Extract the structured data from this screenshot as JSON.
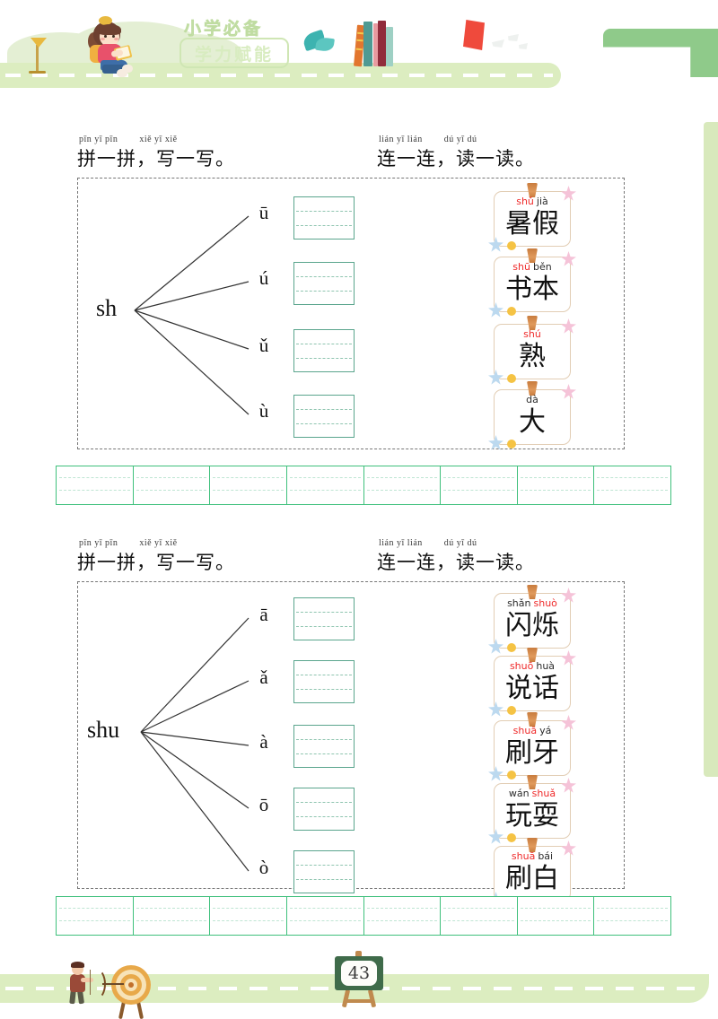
{
  "header": {
    "title_top": "小学必备",
    "title_badge": "学力赋能",
    "icons": [
      "girl-reading-icon",
      "desk-lamp-icon",
      "book-stack-icon",
      "leaf-icon",
      "red-page-icon"
    ]
  },
  "sections": [
    {
      "id": "section-1",
      "heading_left": {
        "pinyin_a": "pīn yī pīn",
        "pinyin_b": "xiě yī xiě",
        "text": "拼一拼，写一写。"
      },
      "heading_right": {
        "pinyin_a": "lián yī lián",
        "pinyin_b": "dú yī dú",
        "text": "连一连，读一读。"
      },
      "base_syllable": "sh",
      "finals": [
        "ū",
        "ú",
        "ǔ",
        "ù"
      ],
      "write_boxes": 4,
      "cards": [
        {
          "pinyin_first": "shǔ",
          "pinyin_second": "jià",
          "red": "first",
          "hanzi": "暑假"
        },
        {
          "pinyin_first": "shū",
          "pinyin_second": "běn",
          "red": "first",
          "hanzi": "书本"
        },
        {
          "pinyin_first": "shú",
          "pinyin_second": "",
          "red": "first",
          "hanzi": "熟"
        },
        {
          "pinyin_first": "dà",
          "pinyin_second": "",
          "red": "none",
          "hanzi": "大"
        }
      ],
      "practice_cells": 8
    },
    {
      "id": "section-2",
      "heading_left": {
        "pinyin_a": "pīn yī pīn",
        "pinyin_b": "xiě yī xiě",
        "text": "拼一拼，写一写。"
      },
      "heading_right": {
        "pinyin_a": "lián yī lián",
        "pinyin_b": "dú yī dú",
        "text": "连一连，读一读。"
      },
      "base_syllable": "shu",
      "finals": [
        "ā",
        "ǎ",
        "à",
        "ō",
        "ò"
      ],
      "write_boxes": 5,
      "cards": [
        {
          "pinyin_first": "shǎn",
          "pinyin_second": "shuò",
          "red": "second",
          "hanzi": "闪烁"
        },
        {
          "pinyin_first": "shuō",
          "pinyin_second": "huà",
          "red": "first",
          "hanzi": "说话"
        },
        {
          "pinyin_first": "shuā",
          "pinyin_second": "yá",
          "red": "first",
          "hanzi": "刷牙"
        },
        {
          "pinyin_first": "wán",
          "pinyin_second": "shuǎ",
          "red": "second",
          "hanzi": "玩耍"
        },
        {
          "pinyin_first": "shuā",
          "pinyin_second": "bái",
          "red": "first",
          "hanzi": "刷白"
        }
      ],
      "practice_cells": 8
    }
  ],
  "footer": {
    "page_number": "43",
    "icons": [
      "archer-icon",
      "archery-target-icon",
      "easel-blackboard-icon"
    ]
  },
  "colors": {
    "grid_green": "#3fc07c",
    "box_teal": "#5aa58d",
    "card_border": "#e2cdb4",
    "pinyin_red": "#ef2a2a",
    "road_green": "#dcedc0",
    "title_green": "#cfe6b4"
  }
}
